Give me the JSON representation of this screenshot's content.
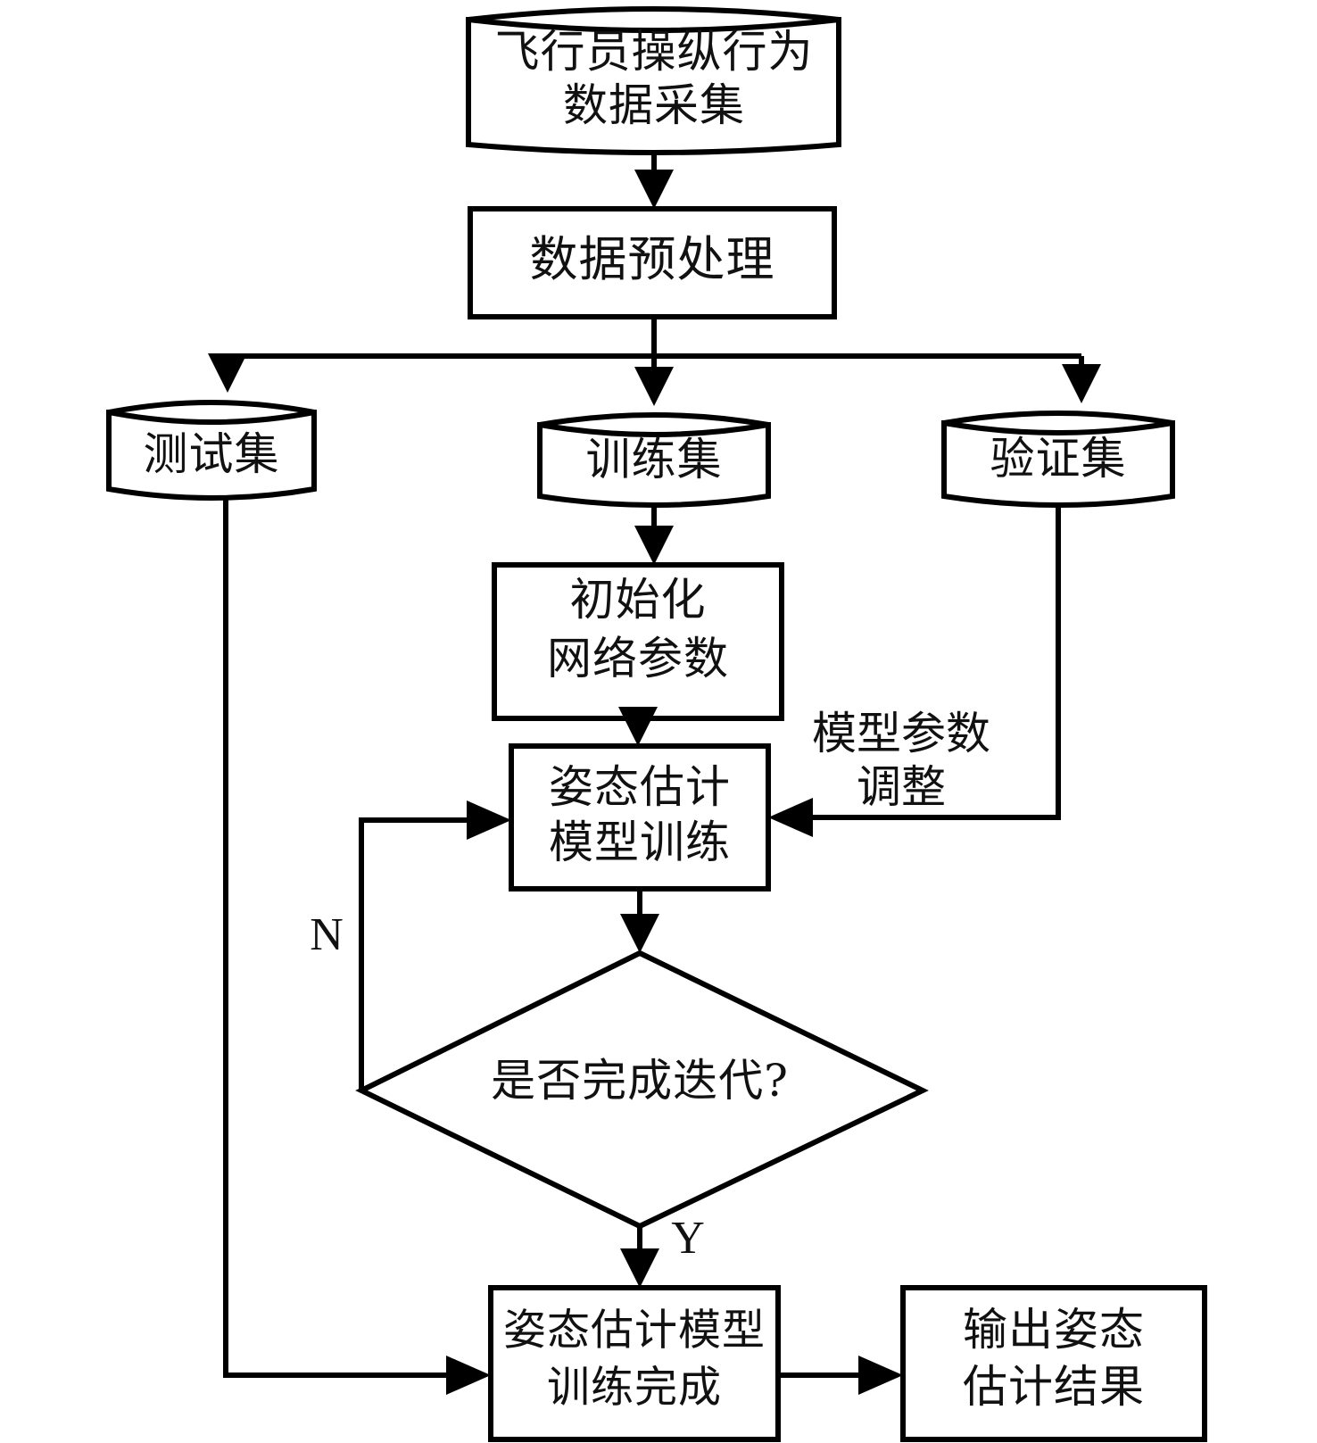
{
  "diagram": {
    "type": "flowchart",
    "title": "",
    "background_color": "#ffffff",
    "line_color": "#000000",
    "text_color": "#111111",
    "nodes": [
      {
        "id": "data-collection",
        "shape": "cylinder",
        "lines": [
          "飞行员操纵行为",
          "数据采集"
        ]
      },
      {
        "id": "preprocessing",
        "shape": "rectangle",
        "lines": [
          "数据预处理"
        ]
      },
      {
        "id": "test-set",
        "shape": "cylinder",
        "lines": [
          "测试集"
        ]
      },
      {
        "id": "train-set",
        "shape": "cylinder",
        "lines": [
          "训练集"
        ]
      },
      {
        "id": "valid-set",
        "shape": "cylinder",
        "lines": [
          "验证集"
        ]
      },
      {
        "id": "init-params",
        "shape": "rectangle",
        "lines": [
          "初始化",
          "网络参数"
        ]
      },
      {
        "id": "model-training",
        "shape": "rectangle",
        "lines": [
          "姿态估计",
          "模型训练"
        ]
      },
      {
        "id": "iteration-check",
        "shape": "diamond",
        "lines": [
          "是否完成迭代?"
        ]
      },
      {
        "id": "training-done",
        "shape": "rectangle",
        "lines": [
          "姿态估计模型",
          "训练完成"
        ]
      },
      {
        "id": "output-result",
        "shape": "rectangle",
        "lines": [
          "输出姿态",
          "估计结果"
        ]
      }
    ],
    "edge_labels": {
      "no_branch": "N",
      "yes_branch": "Y",
      "feedback_line1": "模型参数",
      "feedback_line2": "调整"
    }
  }
}
